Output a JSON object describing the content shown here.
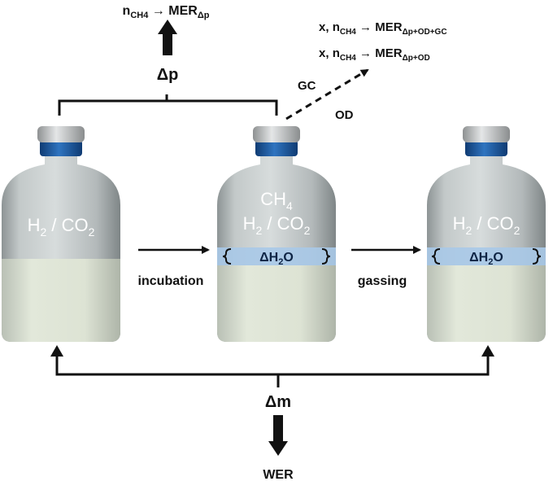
{
  "top": {
    "formula": {
      "n": "n",
      "n_sub": "CH4",
      "arrow": "→",
      "mer": "MER",
      "mer_sub": "Δp"
    },
    "delta_p": "Δp"
  },
  "right_outputs": {
    "line1": {
      "prefix": "x, ",
      "n": "n",
      "n_sub": "CH4",
      "arrow": "→",
      "mer": "MER",
      "mer_sub": "Δp+OD+GC"
    },
    "line2": {
      "prefix": "x, ",
      "n": "n",
      "n_sub": "CH4",
      "arrow": "→",
      "mer": "MER",
      "mer_sub": "Δp+OD"
    },
    "gc": "GC",
    "od": "OD"
  },
  "bottles": [
    {
      "gas_lines": [
        {
          "a": "H",
          "a_sub": "2",
          "b": " / CO",
          "b_sub": "2"
        }
      ]
    },
    {
      "ch4": {
        "a": "CH",
        "a_sub": "4"
      },
      "gas_lines": [
        {
          "a": "H",
          "a_sub": "2",
          "b": " / CO",
          "b_sub": "2"
        }
      ],
      "water": {
        "a": "ΔH",
        "a_sub": "2",
        "b": "O"
      }
    },
    {
      "gas_lines": [
        {
          "a": "H",
          "a_sub": "2",
          "b": " / CO",
          "b_sub": "2"
        }
      ],
      "water": {
        "a": "ΔH",
        "a_sub": "2",
        "b": "O"
      }
    }
  ],
  "labels": {
    "incubation": "incubation",
    "gassing": "gassing"
  },
  "bottom": {
    "delta_m": "Δm",
    "wer": "WER"
  },
  "colors": {
    "cap_blue": "#1f5fa8",
    "liquid": "#dfe5d6",
    "water_band": "#a8c9e8",
    "line": "#111111"
  }
}
